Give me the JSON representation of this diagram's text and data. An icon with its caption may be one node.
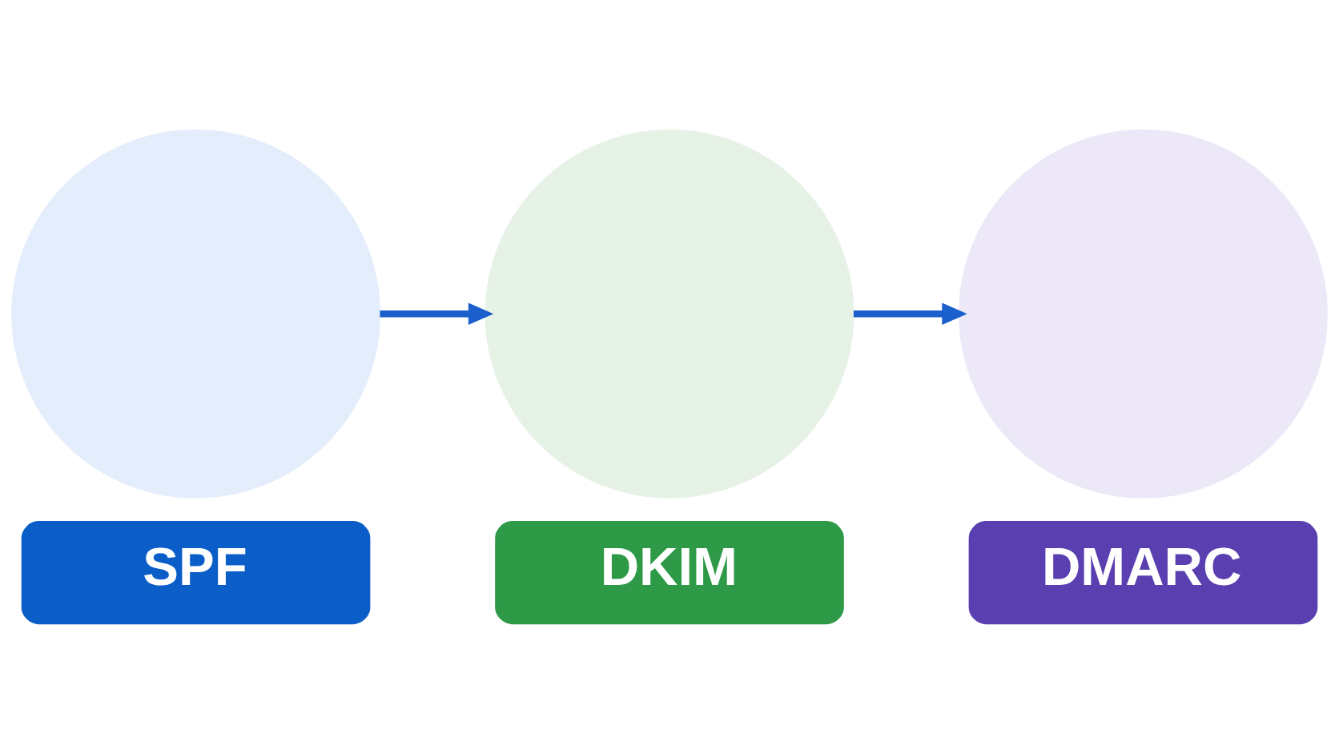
{
  "diagram": {
    "nodes": [
      {
        "text": [],
        "shape": "circle"
      },
      {
        "text": [],
        "shape": "circle"
      },
      {
        "text": [],
        "shape": "circle"
      },
      {
        "text": [
          "SPF"
        ]
      },
      {
        "text": [
          "DKIM"
        ]
      },
      {
        "text": [
          "DMARC"
        ]
      }
    ],
    "edges": [
      {
        "from": 0,
        "to": 1,
        "arrow": "to"
      },
      {
        "from": 1,
        "to": 2,
        "arrow": "to"
      }
    ]
  }
}
